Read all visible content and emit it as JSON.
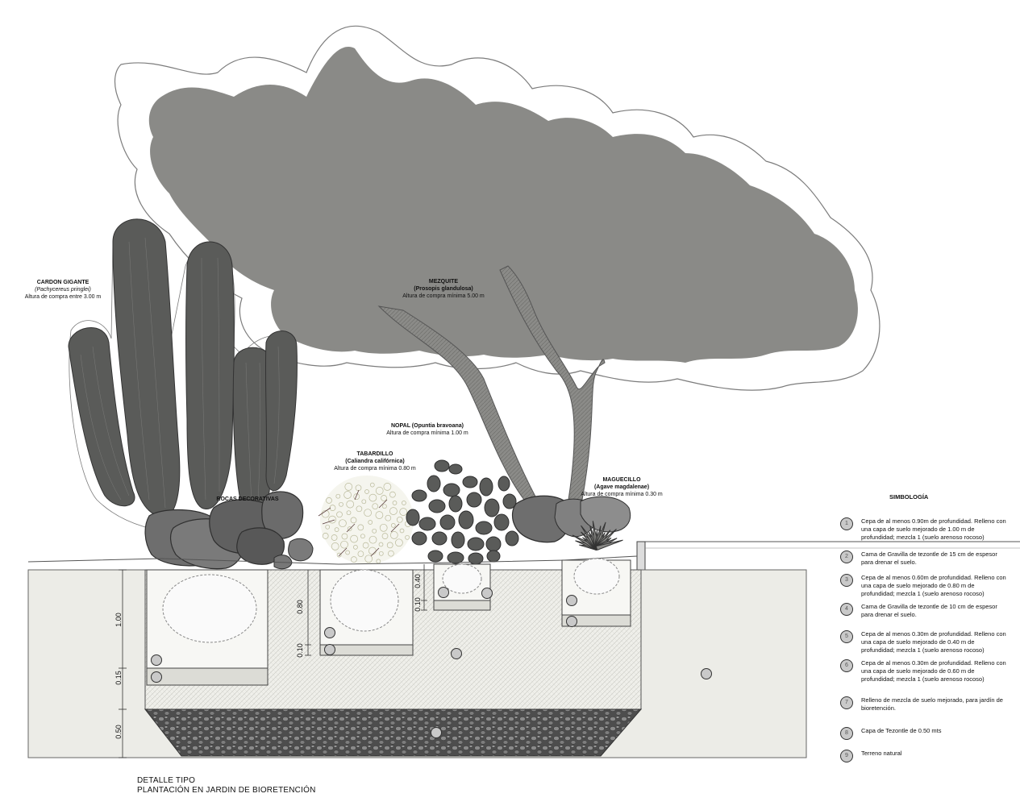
{
  "plants": {
    "cardon": {
      "name": "CARDON GIGANTE",
      "scientific": "(Pachycereus pringlei)",
      "height": "Altura de compra entre 3.00 m"
    },
    "mezquite": {
      "name": "MEZQUITE",
      "scientific": "(Prosopis glandulosa)",
      "height": "Altura de compra mínima 5.00 m"
    },
    "nopal": {
      "name": "NOPAL (Opuntia bravoana)",
      "height": "Altura de compra mínima 1.00 m"
    },
    "tabardillo": {
      "name": "TABARDILLO",
      "scientific": "(Caliandra califórnica)",
      "height": "Altura de compra mínima 0.80 m"
    },
    "maguecillo": {
      "name": "MAGUECILLO",
      "scientific": "(Agave magdalenae)",
      "height": "Altura de compra mínima 0.30 m"
    },
    "rocas": {
      "name": "ROCAS DECORATIVAS"
    }
  },
  "dimensions": {
    "d100": "1.00",
    "d015": "0.15",
    "d050": "0.50",
    "d080": "0.80",
    "d010a": "0.10",
    "d040": "0.40",
    "d010b": "0.10"
  },
  "legend": {
    "title": "SIMBOLOGÍA",
    "items": [
      {
        "num": "1",
        "text": "Cepa de al menos 0.90m de profundidad. Relleno con una capa de suelo mejorado de 1.00 m de profundidad; mezcla 1 (suelo arenoso rocoso)"
      },
      {
        "num": "2",
        "text": "Cama de Gravilla de tezontle de 15 cm de espesor para drenar el suelo."
      },
      {
        "num": "3",
        "text": "Cepa de al menos 0.60m de profundidad. Relleno con una capa de suelo mejorado de 0.80 m de profundidad; mezcla 1 (suelo arenoso rocoso)"
      },
      {
        "num": "4",
        "text": "Cama de Gravilla de tezontle de 10 cm de espesor para drenar el suelo."
      },
      {
        "num": "5",
        "text": "Cepa de al menos 0.30m de profundidad. Relleno con una capa de suelo mejorado de 0.40 m de profundidad; mezcla 1 (suelo arenoso rocoso)"
      },
      {
        "num": "6",
        "text": "Cepa de al menos 0.30m de profundidad. Relleno con una capa de suelo mejorado de 0.60 m de profundidad; mezcla 1 (suelo arenoso rocoso)"
      },
      {
        "num": "7",
        "text": "Relleno de mezcla de suelo mejorado, para jardín de bioretención."
      },
      {
        "num": "8",
        "text": "Capa de Tezontle de 0.50 mts"
      },
      {
        "num": "9",
        "text": "Terreno natural"
      }
    ]
  },
  "caption": {
    "line1": "DETALLE TIPO",
    "line2": "PLANTACIÓN EN JARDIN DE BIORETENCIÓN"
  },
  "colors": {
    "foliage": "#8a8a87",
    "cactus": "#5a5b59",
    "soil": "#ecece7",
    "gravel": "#555555",
    "rock": "#6e6e6e"
  }
}
